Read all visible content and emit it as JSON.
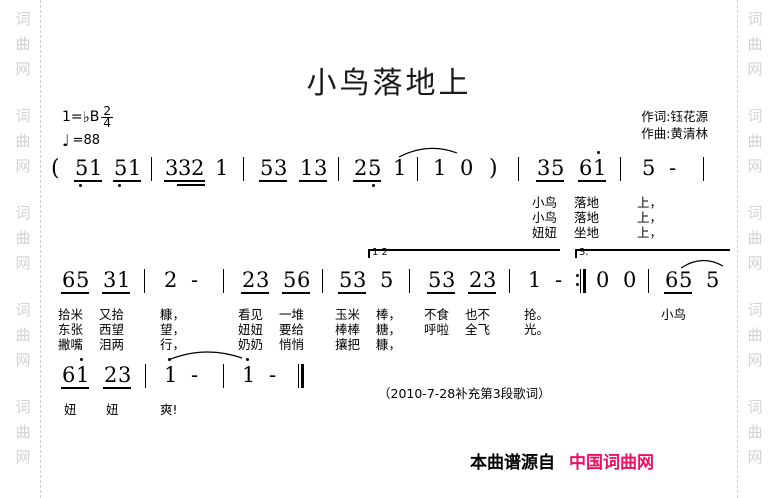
{
  "page": {
    "title": "小鸟落地上",
    "watermark_text": [
      "词",
      "曲",
      "网"
    ],
    "accent_color": "#ED1164",
    "watermark_color": "#d2d2d2"
  },
  "credits": {
    "lyricist": "作词:钰花源",
    "composer": "作曲:黄清林"
  },
  "key_signature": {
    "prefix": "1=",
    "flat": "♭",
    "key": "B",
    "time_numerator": "2",
    "time_denominator": "4",
    "tempo_note": "♩",
    "tempo_text": "=88",
    "tempo_value": "88"
  },
  "score": {
    "line1": {
      "notes": [
        "(",
        "5",
        "1",
        "5",
        "1",
        "3",
        "3",
        "2",
        "1",
        "5",
        "3",
        "1",
        "3",
        "2",
        "5",
        "1",
        "1",
        "0",
        ")",
        "3",
        "5",
        "6",
        "1",
        "5",
        "-"
      ],
      "lyric_verses": [
        [
          "小鸟",
          "落地",
          "上，"
        ],
        [
          "小鸟",
          "落地",
          "上，"
        ],
        [
          "妞妞",
          "坐地",
          "上，"
        ]
      ]
    },
    "line2": {
      "notes": [
        "6",
        "5",
        "3",
        "1",
        "2",
        "-",
        "2",
        "3",
        "5",
        "6",
        "5",
        "3",
        "5",
        "5",
        "3",
        "2",
        "3",
        "1",
        "-",
        "0",
        "0",
        "6",
        "5",
        "5"
      ],
      "lyric_verses": [
        [
          "拾米",
          "又拾",
          "糠，",
          "看见",
          "一堆",
          "玉米",
          "棒，",
          "不食",
          "也不",
          "抢。",
          "小鸟"
        ],
        [
          "东张",
          "西望",
          "望，",
          "妞妞",
          "要给",
          "棒棒",
          "糖，",
          "呼啦",
          "全飞",
          "光。",
          ""
        ],
        [
          "撇嘴",
          "泪两",
          "行，",
          "奶奶",
          "悄悄",
          "攘把",
          "糠，",
          "",
          "",
          "",
          ""
        ]
      ],
      "volta_1_2": "1 2",
      "volta_3": "3."
    },
    "line3": {
      "notes": [
        "6",
        "1",
        "2",
        "3",
        "1",
        "-",
        "1",
        "-"
      ],
      "lyric_verses": [
        [
          "妞",
          "妞",
          "爽!"
        ]
      ]
    }
  },
  "annotation": {
    "text": "（2010-7-28补充第3段歌词）"
  },
  "footer": {
    "source_label": "本曲谱源自",
    "site_name": "中国词曲网"
  }
}
